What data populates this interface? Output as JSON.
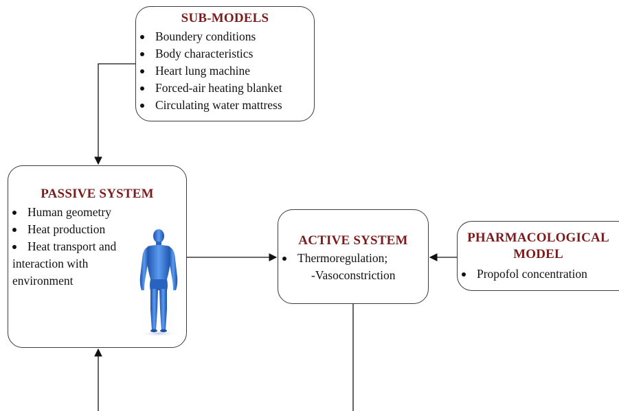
{
  "sub_models": {
    "title": "SUB-MODELS",
    "items": [
      "Boundery conditions",
      "Body characteristics",
      "Heart lung machine",
      "Forced-air heating blanket",
      "Circulating water mattress"
    ]
  },
  "passive_system": {
    "title": "PASSIVE SYSTEM",
    "items": [
      "Human geometry",
      "Heat production",
      "Heat transport and"
    ],
    "continuation": [
      "interaction with",
      "environment"
    ]
  },
  "active_system": {
    "title": "ACTIVE SYSTEM",
    "items": [
      "Thermoregulation;"
    ],
    "sub_item": "-Vasoconstriction"
  },
  "pharmacological_model": {
    "title_line1": "PHARMACOLOGICAL",
    "title_line2": "MODEL",
    "items": [
      "Propofol concentration"
    ]
  },
  "colors": {
    "title": "#7b1c1c",
    "border": "#3a3a3a",
    "figure": "#2f6fd0"
  },
  "icons": [
    "human-body-figure"
  ]
}
